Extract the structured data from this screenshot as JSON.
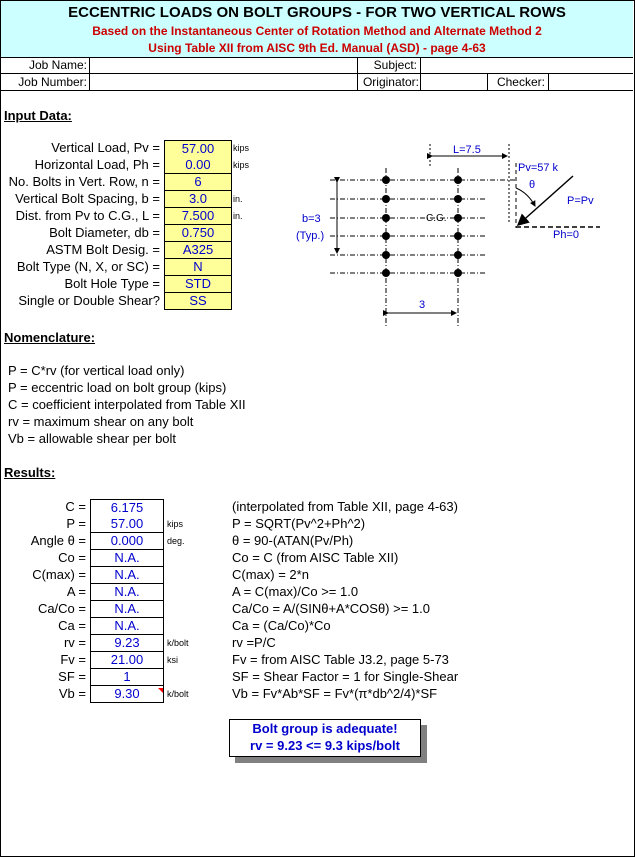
{
  "header": {
    "title": "ECCENTRIC LOADS ON BOLT GROUPS - FOR TWO VERTICAL ROWS",
    "subtitle1": "Based on the Instantaneous Center of Rotation Method and Alternate Method 2",
    "subtitle2": "Using Table XII from AISC 9th Ed. Manual (ASD) - page 4-63"
  },
  "job": {
    "job_name_label": "Job Name:",
    "subject_label": "Subject:",
    "job_number_label": "Job Number:",
    "originator_label": "Originator:",
    "checker_label": "Checker:"
  },
  "input": {
    "heading": "Input Data:",
    "rows": [
      {
        "label": "Vertical Load, Pv =",
        "value": "57.00",
        "unit": "kips"
      },
      {
        "label": "Horizontal Load, Ph =",
        "value": "0.00",
        "unit": "kips"
      },
      {
        "label": "No. Bolts in Vert. Row, n =",
        "value": "6",
        "unit": ""
      },
      {
        "label": "Vertical Bolt Spacing, b =",
        "value": "3.0",
        "unit": "in."
      },
      {
        "label": "Dist. from Pv to C.G., L =",
        "value": "7.500",
        "unit": "in."
      },
      {
        "label": "Bolt Diameter, db =",
        "value": "0.750",
        "unit": ""
      },
      {
        "label": "ASTM Bolt Desig. =",
        "value": "A325",
        "unit": ""
      },
      {
        "label": "Bolt Type (N, X, or SC) =",
        "value": "N",
        "unit": ""
      },
      {
        "label": "Bolt Hole Type =",
        "value": "STD",
        "unit": ""
      },
      {
        "label": "Single or Double Shear?",
        "value": "SS",
        "unit": ""
      }
    ]
  },
  "diagram": {
    "L_label": "L=7.5",
    "Pv_label": "Pv=57 k",
    "theta_label": "θ",
    "P_label": "P=Pv",
    "Ph_label": "Ph=0",
    "b_label": "b=3",
    "typ_label": "(Typ.)",
    "cg_label": "C.G.",
    "gage_label": "3"
  },
  "nomenclature": {
    "heading": "Nomenclature:",
    "lines": [
      "P = C*rv  (for vertical load only)",
      "P = eccentric load on bolt group (kips)",
      "C = coefficient interpolated from Table XII",
      "rv = maximum shear on any bolt",
      "Vb = allowable shear per bolt"
    ]
  },
  "results": {
    "heading": "Results:",
    "rows": [
      {
        "label": "C =",
        "value": "6.175",
        "unit": "",
        "note": "(interpolated from Table XII, page 4-63)"
      },
      {
        "label": "P =",
        "value": "57.00",
        "unit": "kips",
        "note": "P = SQRT(Pv^2+Ph^2)"
      },
      {
        "label": "Angle θ =",
        "value": "0.000",
        "unit": "deg.",
        "note": "θ = 90-(ATAN(Pv/Ph)"
      },
      {
        "label": "Co =",
        "value": "N.A.",
        "unit": "",
        "note": "Co = C  (from AISC Table XII)"
      },
      {
        "label": "C(max) =",
        "value": "N.A.",
        "unit": "",
        "note": "C(max) = 2*n"
      },
      {
        "label": "A =",
        "value": "N.A.",
        "unit": "",
        "note": "A = C(max)/Co >= 1.0"
      },
      {
        "label": "Ca/Co =",
        "value": "N.A.",
        "unit": "",
        "note": "Ca/Co = A/(SINθ+A*COSθ) >= 1.0"
      },
      {
        "label": "Ca =",
        "value": "N.A.",
        "unit": "",
        "note": "Ca = (Ca/Co)*Co"
      },
      {
        "label": "rv =",
        "value": "9.23",
        "unit": "k/bolt",
        "note": "rv =P/C"
      },
      {
        "label": "Fv =",
        "value": "21.00",
        "unit": "ksi",
        "note": "Fv = from AISC Table J3.2, page 5-73"
      },
      {
        "label": "SF =",
        "value": "1",
        "unit": "",
        "note": "SF = Shear Factor = 1 for Single-Shear"
      },
      {
        "label": "Vb =",
        "value": "9.30",
        "unit": "k/bolt",
        "note": "Vb = Fv*Ab*SF = Fv*(π*db^2/4)*SF"
      }
    ]
  },
  "conclusion": {
    "line1": "Bolt group is adequate!",
    "line2": "rv = 9.23 <= 9.3 kips/bolt"
  },
  "colors": {
    "header_bg": "#ccffff",
    "input_bg": "#ffff99",
    "value_text": "#0000cc",
    "subtitle": "#cc0000"
  }
}
